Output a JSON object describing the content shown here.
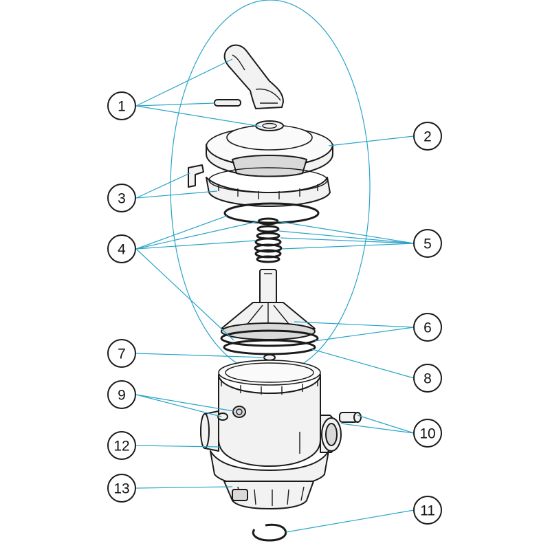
{
  "callouts": [
    {
      "label": "1"
    },
    {
      "label": "2"
    },
    {
      "label": "3"
    },
    {
      "label": "4"
    },
    {
      "label": "5"
    },
    {
      "label": "6"
    },
    {
      "label": "7"
    },
    {
      "label": "8"
    },
    {
      "label": "9"
    },
    {
      "label": "10"
    },
    {
      "label": "11"
    },
    {
      "label": "12"
    },
    {
      "label": "13"
    }
  ],
  "colors": {
    "leader": "#2aa4c8",
    "outline": "#1a1a1a",
    "part_fill": "#f2f2f2"
  }
}
